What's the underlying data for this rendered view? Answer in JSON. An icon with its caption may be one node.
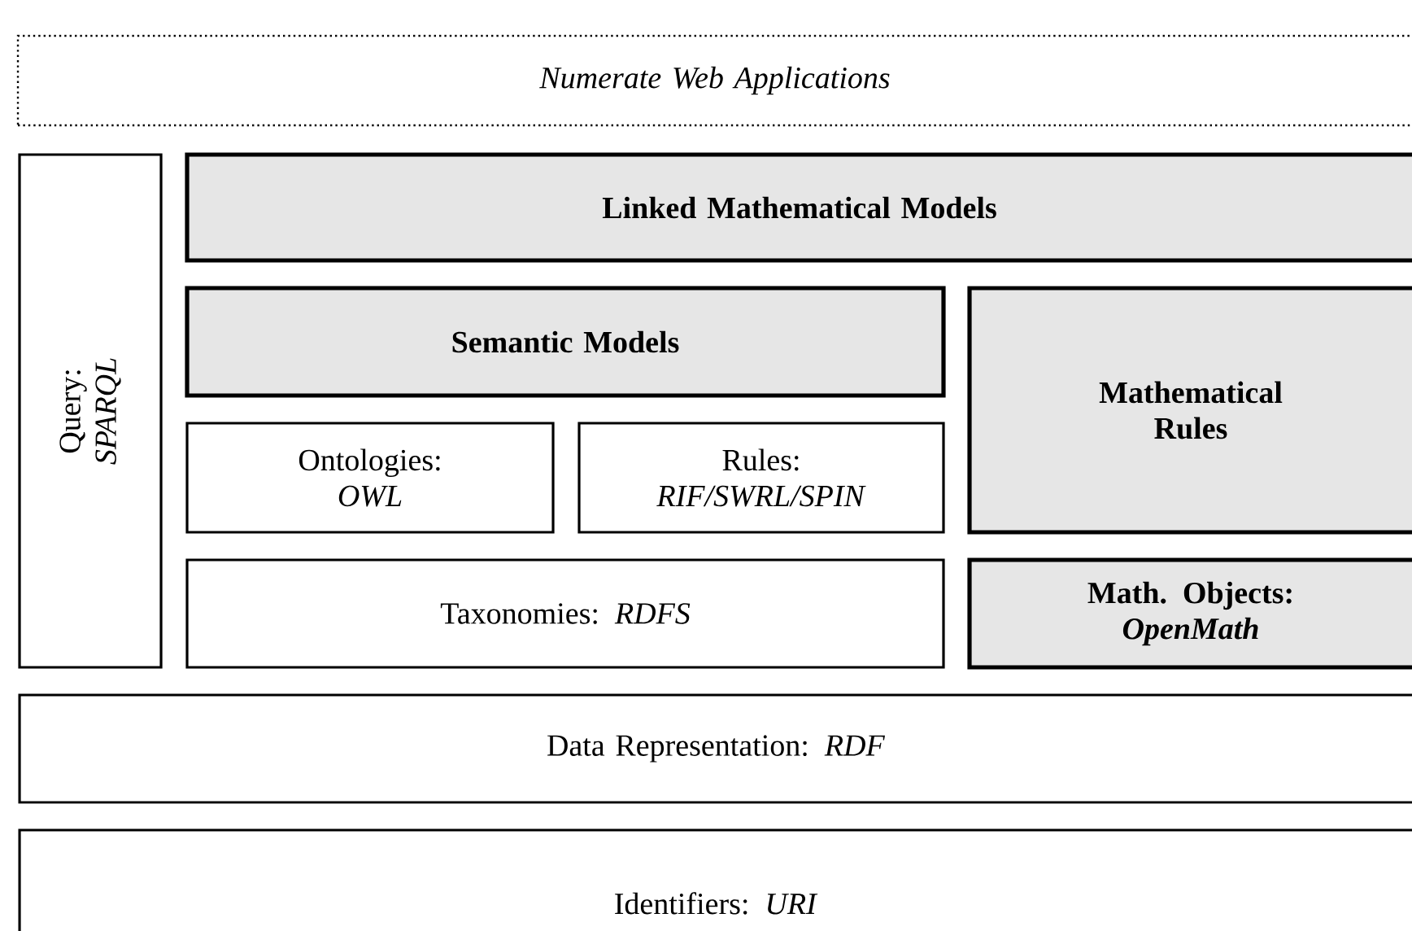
{
  "diagram": {
    "nodes": [
      {
        "text": [
          "Numerate Web Applications"
        ]
      },
      {
        "text": [
          "Query: *SPARQL*"
        ]
      },
      {
        "text": [
          "Linked Mathematical Models"
        ]
      },
      {
        "text": [
          "Semantic Models"
        ]
      },
      {
        "text": [
          "Mathematical Rules"
        ]
      },
      {
        "text": [
          "Ontologies: *OWL*"
        ]
      },
      {
        "text": [
          "Rules: *RIF/SWRL/SPIN*"
        ]
      },
      {
        "text": [
          "Taxonomies: *RDFS*"
        ]
      },
      {
        "text": [
          "Math. Objects: *OpenMath*"
        ]
      },
      {
        "text": [
          "Data Representation: *RDF*"
        ]
      },
      {
        "text": [
          "Identifiers: *URI*"
        ]
      }
    ]
  }
}
